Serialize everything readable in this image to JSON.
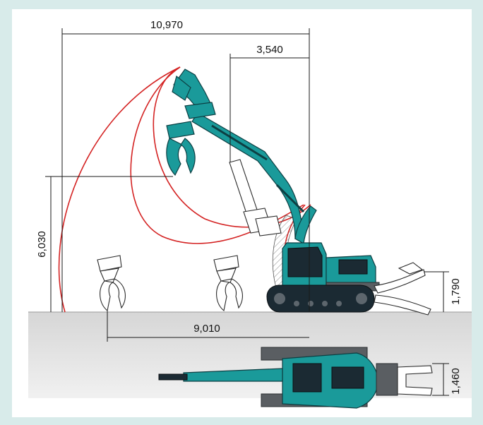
{
  "dimensions": {
    "max_reach": "10,970",
    "min_radius": "3,540",
    "max_height": "6,030",
    "ground_reach": "9,010",
    "side_height": "1,790",
    "track_width": "1,460"
  },
  "colors": {
    "frame_background": "#d8ebea",
    "panel_background": "#ffffff",
    "ground": "#e4e4e4",
    "machine_body": "#1a9a9a",
    "working_range_curve": "#d42323",
    "dimension_line": "#1a1a1a"
  }
}
